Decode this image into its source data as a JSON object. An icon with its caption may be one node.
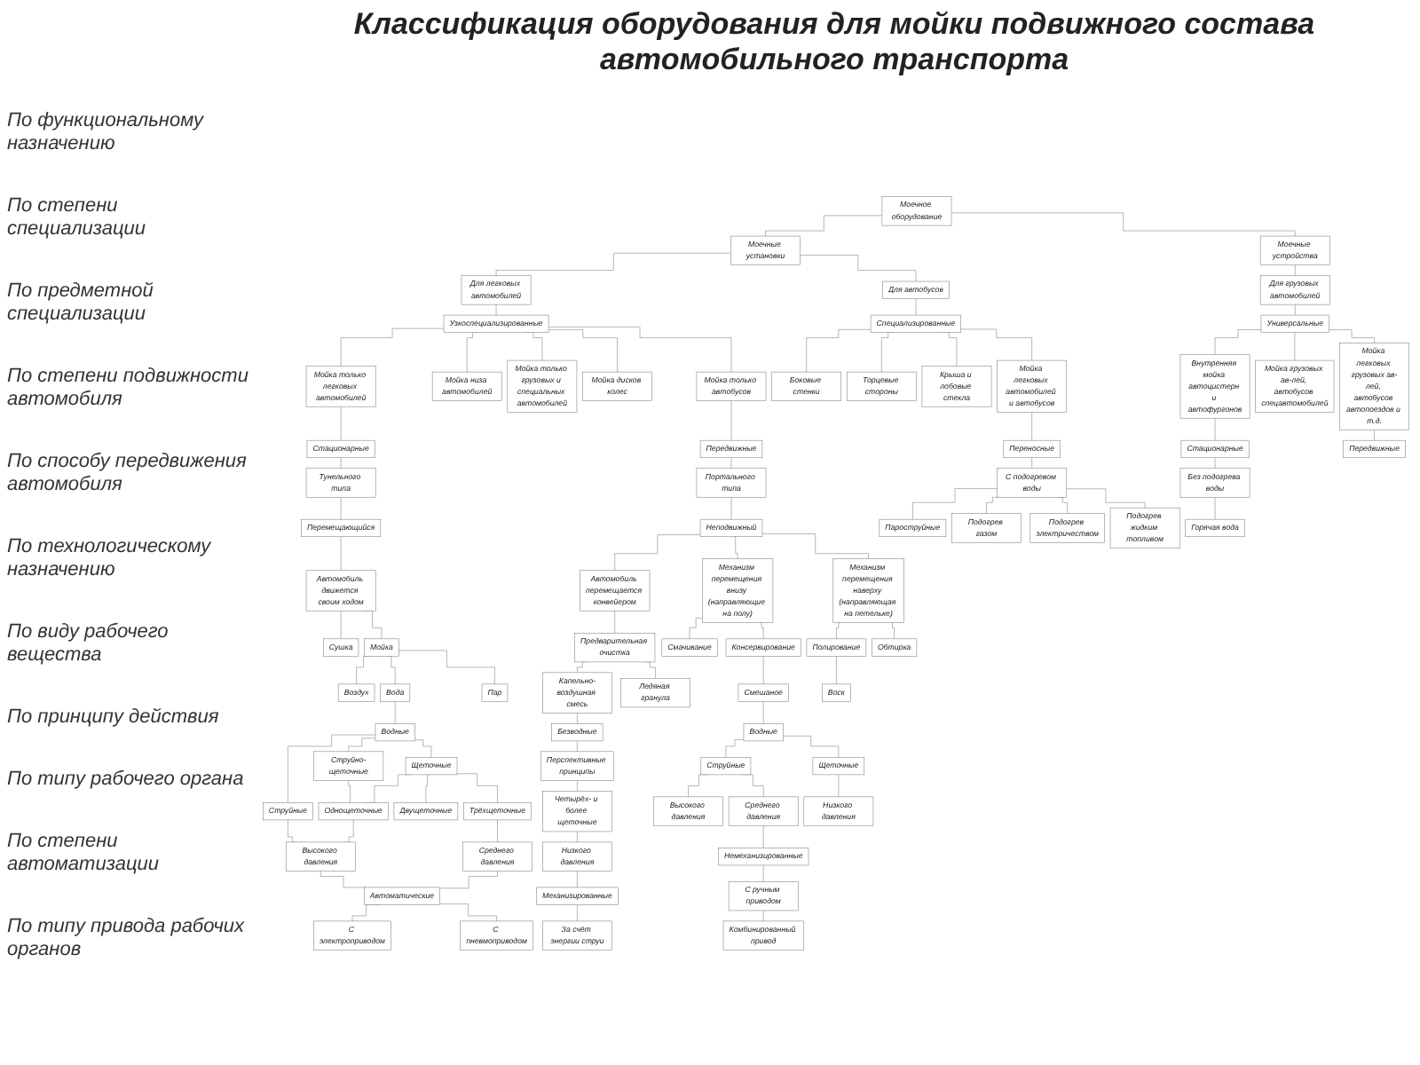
{
  "diagram": {
    "title": "Классификация оборудования для мойки подвижного состава автомобильного транспорта",
    "nodes": [
      {
        "text": [
          "Моечное оборудование"
        ]
      },
      {
        "text": [
          "Моечные установки"
        ]
      },
      {
        "text": [
          "Моечные устройства"
        ]
      },
      {
        "text": [
          "Для легковых автомобилей"
        ]
      },
      {
        "text": [
          "Для автобусов"
        ]
      },
      {
        "text": [
          "Для грузовых автомобилей"
        ]
      },
      {
        "text": [
          "Узкоспециализированные"
        ]
      },
      {
        "text": [
          "Специализированные"
        ]
      },
      {
        "text": [
          "Универсальные"
        ]
      },
      {
        "text": [
          "Мойка только легковых автомобилей"
        ]
      },
      {
        "text": [
          "Мойка низа автомобилей"
        ]
      },
      {
        "text": [
          "Мойка только грузовых и специальных автомобилей"
        ]
      },
      {
        "text": [
          "Мойка дисков колес"
        ]
      },
      {
        "text": [
          "Мойка только автобусов"
        ]
      },
      {
        "text": [
          "Боковые стенки"
        ]
      },
      {
        "text": [
          "Торцевые стороны"
        ]
      },
      {
        "text": [
          "Крыша и лобовые стекла"
        ]
      },
      {
        "text": [
          "Мойка легковых автомобилей и автобусов"
        ]
      },
      {
        "text": [
          "Внутренняя мойка автоцистерн и автофургонов"
        ]
      },
      {
        "text": [
          "Мойка грузовых ав-лей, автобусов спецавтомобилей"
        ]
      },
      {
        "text": [
          "Мойка легковых грузовых ав-лей, автобусов автопоездов и т.д."
        ]
      },
      {
        "text": [
          "Стационарные"
        ]
      },
      {
        "text": [
          "Передвижные"
        ]
      },
      {
        "text": [
          "Переносные"
        ]
      },
      {
        "text": [
          "Стационарные"
        ]
      },
      {
        "text": [
          "Передвижные"
        ]
      },
      {
        "text": [
          "Тунельного типа"
        ]
      },
      {
        "text": [
          "Портального типа"
        ]
      },
      {
        "text": [
          "С подогревом воды"
        ]
      },
      {
        "text": [
          "Без подогрева воды"
        ]
      },
      {
        "text": [
          "Пароструйные"
        ]
      },
      {
        "text": [
          "Горячая вода"
        ]
      },
      {
        "text": [
          "Перемещающийся"
        ]
      },
      {
        "text": [
          "Неподвижный"
        ]
      },
      {
        "text": [
          "Подогрев газом"
        ]
      },
      {
        "text": [
          "Подогрев электричеством"
        ]
      },
      {
        "text": [
          "Подогрев жидким топливом"
        ]
      },
      {
        "text": [
          "Автомобиль движется своим ходом"
        ]
      },
      {
        "text": [
          "Автомобиль перемещается конвейером"
        ]
      },
      {
        "text": [
          "Механизм перемещения внизу (направляющие на полу)"
        ]
      },
      {
        "text": [
          "Механизм перемещения наверху (направляющая на петельке)"
        ]
      },
      {
        "text": [
          "Сушка"
        ]
      },
      {
        "text": [
          "Мойка"
        ]
      },
      {
        "text": [
          "Предварительная очистка"
        ]
      },
      {
        "text": [
          "Смачивание"
        ]
      },
      {
        "text": [
          "Консервирование"
        ]
      },
      {
        "text": [
          "Полирование"
        ]
      },
      {
        "text": [
          "Обтирка"
        ]
      },
      {
        "text": [
          "Воздух"
        ]
      },
      {
        "text": [
          "Вода"
        ]
      },
      {
        "text": [
          "Пар"
        ]
      },
      {
        "text": [
          "Капельно-воздушная смесь"
        ]
      },
      {
        "text": [
          "Ледяная гранула"
        ]
      },
      {
        "text": [
          "Смешаное"
        ]
      },
      {
        "text": [
          "Воск"
        ]
      },
      {
        "text": [
          "Водные"
        ]
      },
      {
        "text": [
          "Безводные"
        ]
      },
      {
        "text": [
          "Водные"
        ]
      },
      {
        "text": [
          "Струйные"
        ]
      },
      {
        "text": [
          "Струйно-щеточные"
        ]
      },
      {
        "text": [
          "Щеточные"
        ]
      },
      {
        "text": [
          "Перспективные принципы"
        ]
      },
      {
        "text": [
          "Струйные"
        ]
      },
      {
        "text": [
          "Щеточные"
        ]
      },
      {
        "text": [
          "Однощеточные"
        ]
      },
      {
        "text": [
          "Двущеточные"
        ]
      },
      {
        "text": [
          "Трёхщеточные"
        ]
      },
      {
        "text": [
          "Четырёх- и более щеточные"
        ]
      },
      {
        "text": [
          "Высокого давления"
        ]
      },
      {
        "text": [
          "Среднего давления"
        ]
      },
      {
        "text": [
          "Низкого давления"
        ]
      },
      {
        "text": [
          "Высокого давления"
        ]
      },
      {
        "text": [
          "Среднего давления"
        ]
      },
      {
        "text": [
          "Низкого давления"
        ]
      },
      {
        "text": [
          "Немеханизированные"
        ]
      },
      {
        "text": [
          "Автоматические"
        ]
      },
      {
        "text": [
          "Механизированные"
        ]
      },
      {
        "text": [
          "С ручным приводом"
        ]
      },
      {
        "text": [
          "С электроприводом"
        ]
      },
      {
        "text": [
          "С пневмоприводом"
        ]
      },
      {
        "text": [
          "За счёт энергии струи"
        ]
      },
      {
        "text": [
          "Комбинированный привод"
        ]
      }
    ],
    "edges": [
      {
        "from": 0,
        "to": 1,
        "arrow": "none"
      },
      {
        "from": 0,
        "to": 2,
        "arrow": "none"
      },
      {
        "from": 1,
        "to": 3,
        "arrow": "none"
      },
      {
        "from": 1,
        "to": 4,
        "arrow": "none"
      },
      {
        "from": 2,
        "to": 5,
        "arrow": "none"
      },
      {
        "from": 3,
        "to": 6,
        "arrow": "none"
      },
      {
        "from": 4,
        "to": 7,
        "arrow": "none"
      },
      {
        "from": 5,
        "to": 8,
        "arrow": "none"
      },
      {
        "from": 6,
        "to": 9,
        "arrow": "none"
      },
      {
        "from": 6,
        "to": 10,
        "arrow": "none"
      },
      {
        "from": 6,
        "to": 11,
        "arrow": "none"
      },
      {
        "from": 6,
        "to": 12,
        "arrow": "none"
      },
      {
        "from": 6,
        "to": 13,
        "arrow": "none"
      },
      {
        "from": 7,
        "to": 14,
        "arrow": "none"
      },
      {
        "from": 7,
        "to": 15,
        "arrow": "none"
      },
      {
        "from": 7,
        "to": 16,
        "arrow": "none"
      },
      {
        "from": 7,
        "to": 17,
        "arrow": "none"
      },
      {
        "from": 8,
        "to": 18,
        "arrow": "none"
      },
      {
        "from": 8,
        "to": 19,
        "arrow": "none"
      },
      {
        "from": 8,
        "to": 20,
        "arrow": "none"
      },
      {
        "from": 9,
        "to": 21,
        "arrow": "none"
      },
      {
        "from": 13,
        "to": 22,
        "arrow": "none"
      },
      {
        "from": 17,
        "to": 23,
        "arrow": "none"
      },
      {
        "from": 18,
        "to": 24,
        "arrow": "none"
      },
      {
        "from": 20,
        "to": 25,
        "arrow": "none"
      },
      {
        "from": 21,
        "to": 26,
        "arrow": "none"
      },
      {
        "from": 22,
        "to": 27,
        "arrow": "none"
      },
      {
        "from": 23,
        "to": 28,
        "arrow": "none"
      },
      {
        "from": 24,
        "to": 29,
        "arrow": "none"
      },
      {
        "from": 28,
        "to": 30,
        "arrow": "none"
      },
      {
        "from": 29,
        "to": 31,
        "arrow": "none"
      },
      {
        "from": 28,
        "to": 34,
        "arrow": "none"
      },
      {
        "from": 28,
        "to": 35,
        "arrow": "none"
      },
      {
        "from": 28,
        "to": 36,
        "arrow": "none"
      },
      {
        "from": 26,
        "to": 32,
        "arrow": "none"
      },
      {
        "from": 27,
        "to": 33,
        "arrow": "none"
      },
      {
        "from": 32,
        "to": 37,
        "arrow": "none"
      },
      {
        "from": 33,
        "to": 38,
        "arrow": "none"
      },
      {
        "from": 33,
        "to": 39,
        "arrow": "none"
      },
      {
        "from": 33,
        "to": 40,
        "arrow": "none"
      },
      {
        "from": 37,
        "to": 41,
        "arrow": "none"
      },
      {
        "from": 37,
        "to": 42,
        "arrow": "none"
      },
      {
        "from": 38,
        "to": 43,
        "arrow": "none"
      },
      {
        "from": 39,
        "to": 44,
        "arrow": "none"
      },
      {
        "from": 39,
        "to": 45,
        "arrow": "none"
      },
      {
        "from": 40,
        "to": 46,
        "arrow": "none"
      },
      {
        "from": 40,
        "to": 47,
        "arrow": "none"
      },
      {
        "from": 42,
        "to": 48,
        "arrow": "none"
      },
      {
        "from": 42,
        "to": 49,
        "arrow": "none"
      },
      {
        "from": 42,
        "to": 50,
        "arrow": "none"
      },
      {
        "from": 43,
        "to": 51,
        "arrow": "none"
      },
      {
        "from": 43,
        "to": 52,
        "arrow": "none"
      },
      {
        "from": 45,
        "to": 53,
        "arrow": "none"
      },
      {
        "from": 46,
        "to": 54,
        "arrow": "none"
      },
      {
        "from": 49,
        "to": 55,
        "arrow": "none"
      },
      {
        "from": 51,
        "to": 56,
        "arrow": "none"
      },
      {
        "from": 53,
        "to": 57,
        "arrow": "none"
      },
      {
        "from": 55,
        "to": 58,
        "arrow": "none"
      },
      {
        "from": 55,
        "to": 59,
        "arrow": "none"
      },
      {
        "from": 55,
        "to": 60,
        "arrow": "none"
      },
      {
        "from": 56,
        "to": 61,
        "arrow": "none"
      },
      {
        "from": 57,
        "to": 62,
        "arrow": "none"
      },
      {
        "from": 57,
        "to": 63,
        "arrow": "none"
      },
      {
        "from": 59,
        "to": 64,
        "arrow": "none"
      },
      {
        "from": 60,
        "to": 64,
        "arrow": "none"
      },
      {
        "from": 60,
        "to": 65,
        "arrow": "none"
      },
      {
        "from": 60,
        "to": 66,
        "arrow": "none"
      },
      {
        "from": 61,
        "to": 67,
        "arrow": "none"
      },
      {
        "from": 62,
        "to": 68,
        "arrow": "none"
      },
      {
        "from": 62,
        "to": 69,
        "arrow": "none"
      },
      {
        "from": 63,
        "to": 70,
        "arrow": "none"
      },
      {
        "from": 58,
        "to": 71,
        "arrow": "none"
      },
      {
        "from": 64,
        "to": 71,
        "arrow": "none"
      },
      {
        "from": 66,
        "to": 72,
        "arrow": "none"
      },
      {
        "from": 67,
        "to": 73,
        "arrow": "none"
      },
      {
        "from": 69,
        "to": 74,
        "arrow": "none"
      },
      {
        "from": 71,
        "to": 75,
        "arrow": "none"
      },
      {
        "from": 72,
        "to": 75,
        "arrow": "none"
      },
      {
        "from": 73,
        "to": 76,
        "arrow": "none"
      },
      {
        "from": 74,
        "to": 77,
        "arrow": "none"
      },
      {
        "from": 75,
        "to": 78,
        "arrow": "none"
      },
      {
        "from": 75,
        "to": 79,
        "arrow": "none"
      },
      {
        "from": 76,
        "to": 80,
        "arrow": "none"
      },
      {
        "from": 77,
        "to": 81,
        "arrow": "none"
      }
    ],
    "labels": [
      "По функциональному назначению",
      "По степени специализации",
      "По предметной специализации",
      "По степени подвижности автомобиля",
      "По способу передвижения автомобиля",
      "По технологическому назначению",
      "По виду рабочего вещества",
      "По принципу действия",
      "По типу рабочего органа",
      "По степени автоматизации",
      "По типу привода рабочих органов"
    ]
  }
}
